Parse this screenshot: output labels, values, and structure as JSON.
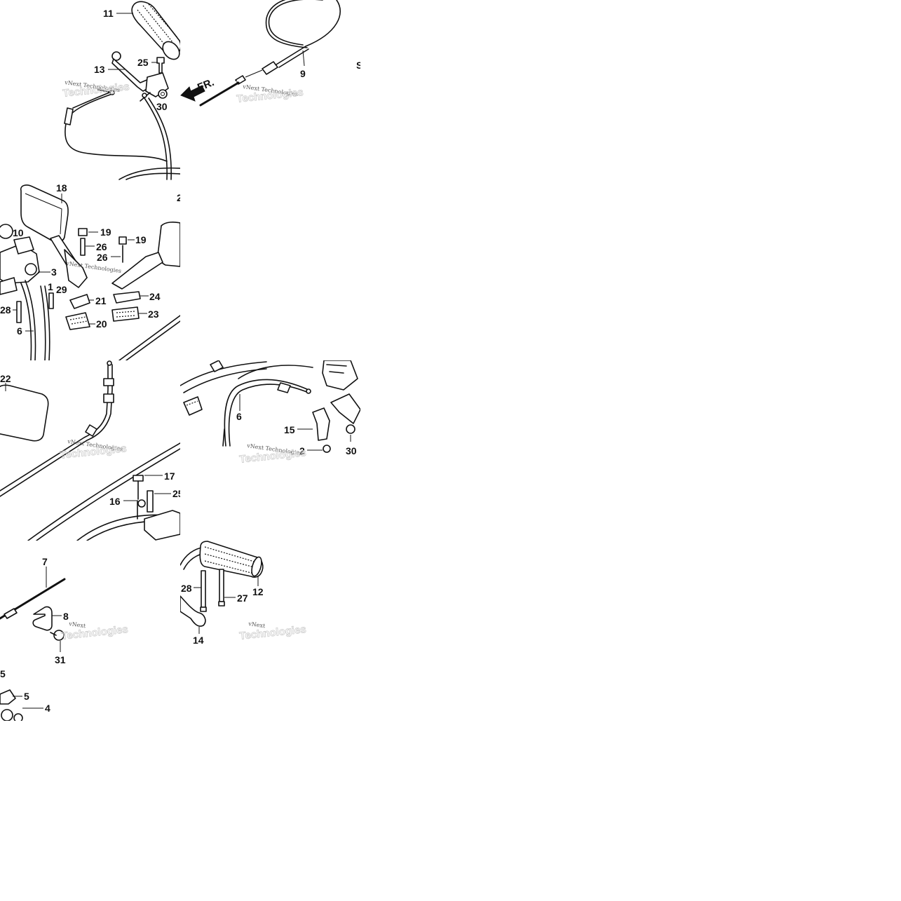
{
  "watermark": "vNext Technologies",
  "watermark_short": "vNext",
  "watermark_ghost": "Technologies",
  "direction_label": "FR.",
  "callouts": {
    "t1_11": "11",
    "t1_13": "13",
    "t1_25": "25",
    "t1_30": "30",
    "t2_9": "9",
    "t2_edge": "S",
    "t3_18": "18",
    "t3_10": "10",
    "t3_19a": "19",
    "t3_26a": "26",
    "t3_19b": "19",
    "t3_26b": "26",
    "t3_3": "3",
    "t3_1": "1",
    "t3_29": "29",
    "t3_21": "21",
    "t3_24": "24",
    "t3_28": "28",
    "t3_23": "23",
    "t3_6": "6",
    "t3_20": "20",
    "t3_edge": "2",
    "t4_22": "22",
    "t4_17": "17",
    "t4_25": "25",
    "t4_16": "16",
    "t5_6": "6",
    "t5_15": "15",
    "t5_2": "2",
    "t5_30": "30",
    "t6_7": "7",
    "t6_8": "8",
    "t6_31": "31",
    "t6_5a": "5",
    "t6_5b": "5",
    "t6_4": "4",
    "t7_28": "28",
    "t7_27": "27",
    "t7_12": "12",
    "t7_14": "14"
  }
}
